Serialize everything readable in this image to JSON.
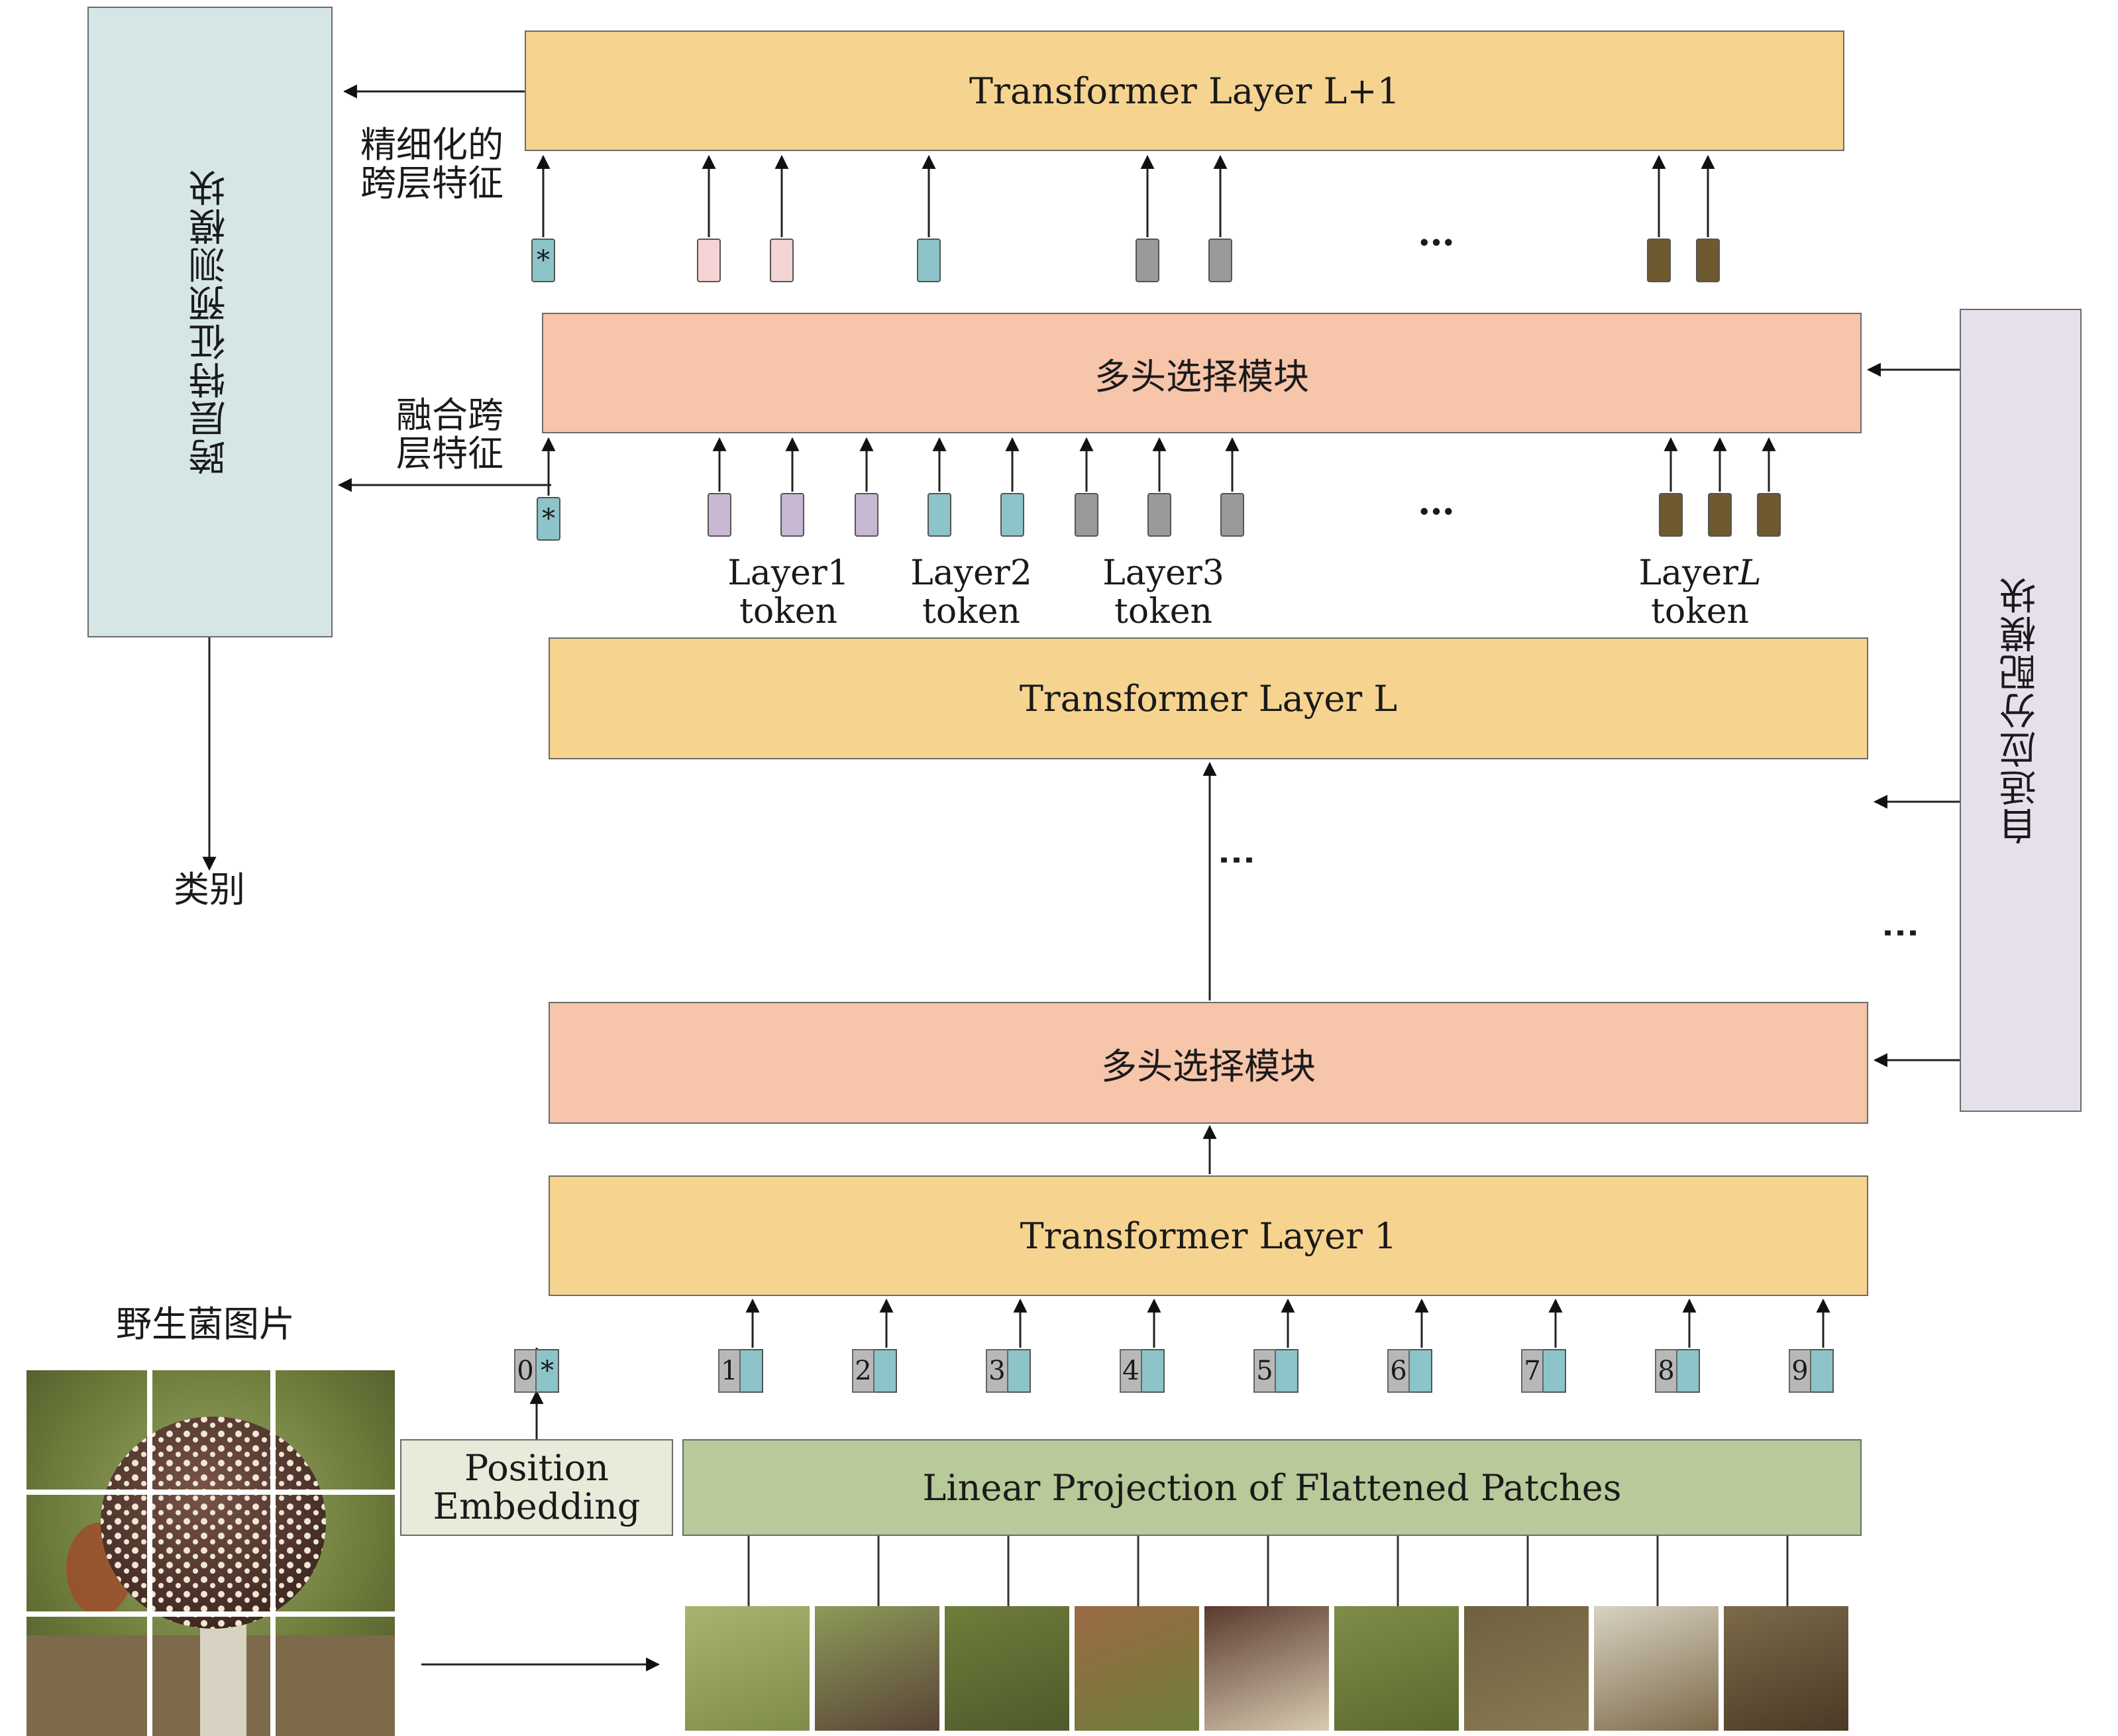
{
  "layers": {
    "top": "Transformer Layer L+1",
    "mid": "Transformer Layer L",
    "first": "Transformer Layer 1"
  },
  "modules": {
    "mhs_top": "多头选择模块",
    "mhs_bottom": "多头选择模块",
    "cross_layer_prediction": "跨层特征预测模块",
    "adaptive_allocation": "自适应分配模块",
    "position_embedding_line1": "Position",
    "position_embedding_line2": "Embedding",
    "linear_projection": "Linear Projection of Flattened Patches"
  },
  "labels": {
    "refined_line1": "精细化的",
    "refined_line2": "跨层特征",
    "fused_line1": "融合跨",
    "fused_line2": "层特征",
    "category": "类别",
    "image_title": "野生菌图片",
    "ellipsis": "…",
    "vdots": "⋮"
  },
  "token_groups": [
    {
      "line1": "Layer1",
      "line2": "token"
    },
    {
      "line1": "Layer2",
      "line2": "token"
    },
    {
      "line1": "Layer3",
      "line2": "token"
    },
    {
      "line1": "Layer",
      "line1_italic": "L",
      "line2": "token"
    }
  ],
  "tokens": {
    "cls_symbol": "*",
    "position_zero": "0",
    "patch_numbers": [
      "1",
      "2",
      "3",
      "4",
      "5",
      "6",
      "7",
      "8",
      "9"
    ]
  },
  "colors": {
    "layer_fill": "#f6d48f",
    "mhs_fill": "#f6c5aa",
    "cross_fill": "#d6e6e6",
    "adaptive_fill": "#e6e0ec",
    "linear_fill": "#b8c99a",
    "posemb_fill": "#e6ebda",
    "token_teal": "#8cc4c9",
    "token_pink": "#f4d4d4",
    "token_lilac": "#c8b8d4",
    "token_gray": "#9a9a9a",
    "token_brown": "#6e5a2e"
  }
}
